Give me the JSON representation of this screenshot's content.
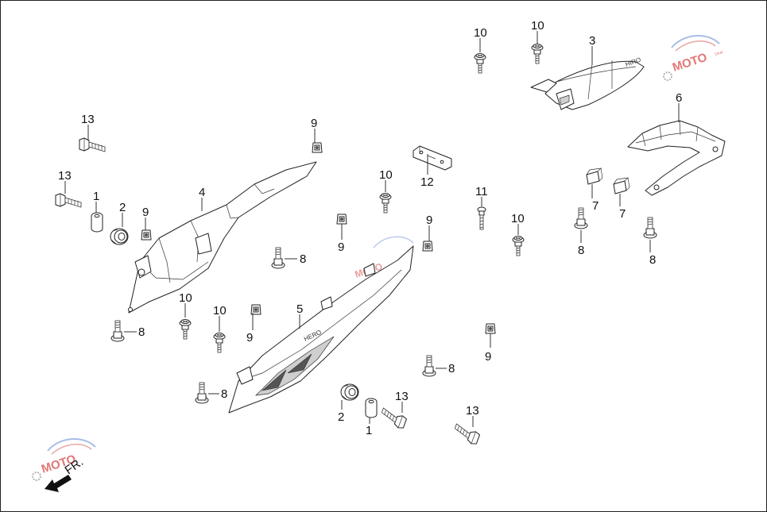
{
  "diagram": {
    "direction_label": "FR.",
    "watermark": "MOTO",
    "callouts": [
      {
        "id": "c10a",
        "text": "10"
      },
      {
        "id": "c10b",
        "text": "10"
      },
      {
        "id": "c3",
        "text": "3"
      },
      {
        "id": "c6",
        "text": "6"
      },
      {
        "id": "c13a",
        "text": "13"
      },
      {
        "id": "c9a",
        "text": "9"
      },
      {
        "id": "c13b",
        "text": "13"
      },
      {
        "id": "c1a",
        "text": "1"
      },
      {
        "id": "c2a",
        "text": "2"
      },
      {
        "id": "c9b",
        "text": "9"
      },
      {
        "id": "c4",
        "text": "4"
      },
      {
        "id": "c10c",
        "text": "10"
      },
      {
        "id": "c12",
        "text": "12"
      },
      {
        "id": "c11",
        "text": "11"
      },
      {
        "id": "c10d",
        "text": "10"
      },
      {
        "id": "c9c",
        "text": "9"
      },
      {
        "id": "c9d",
        "text": "9"
      },
      {
        "id": "c7a",
        "text": "7"
      },
      {
        "id": "c7b",
        "text": "7"
      },
      {
        "id": "c8a",
        "text": "8"
      },
      {
        "id": "c8b",
        "text": "8"
      },
      {
        "id": "c8c",
        "text": "8"
      },
      {
        "id": "c10e",
        "text": "10"
      },
      {
        "id": "c10f",
        "text": "10"
      },
      {
        "id": "c5",
        "text": "5"
      },
      {
        "id": "c9e",
        "text": "9"
      },
      {
        "id": "c8d",
        "text": "8"
      },
      {
        "id": "c8e",
        "text": "8"
      },
      {
        "id": "c9f",
        "text": "9"
      },
      {
        "id": "c8f",
        "text": "8"
      },
      {
        "id": "c2b",
        "text": "2"
      },
      {
        "id": "c1b",
        "text": "1"
      },
      {
        "id": "c13c",
        "text": "13"
      },
      {
        "id": "c13d",
        "text": "13"
      }
    ]
  }
}
